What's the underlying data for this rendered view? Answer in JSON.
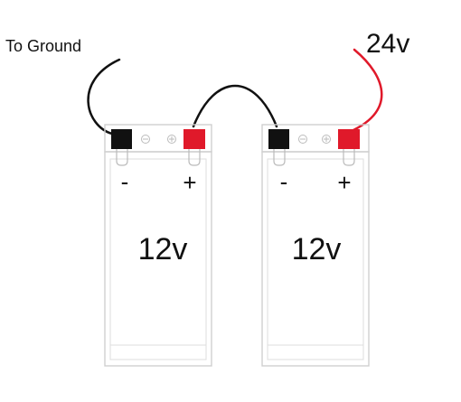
{
  "labels": {
    "ground": "To Ground",
    "output": "24v"
  },
  "batteries": [
    {
      "voltage": "12v",
      "neg_sign": "-",
      "pos_sign": "+"
    },
    {
      "voltage": "12v",
      "neg_sign": "-",
      "pos_sign": "+"
    }
  ],
  "colors": {
    "negative_terminal": "#111111",
    "positive_terminal": "#e0192a",
    "ground_wire": "#111111",
    "series_wire": "#111111",
    "output_wire": "#e0192a",
    "case_outline": "#cfcfcf"
  },
  "terminal_icons": [
    "minus-circle-icon",
    "plus-circle-icon"
  ]
}
